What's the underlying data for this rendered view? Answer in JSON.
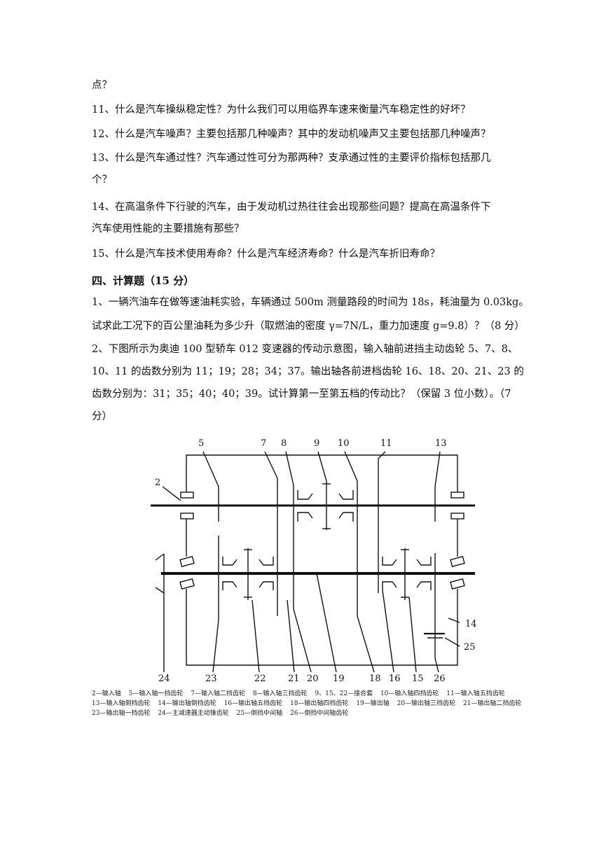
{
  "questions": [
    {
      "id": "q10_tail",
      "lines": [
        "点？"
      ]
    },
    {
      "id": "q11",
      "lines": [
        "11、什么是汽车操纵稳定性？为什么我们可以用临界车速来衡量汽车稳定性的好坏？"
      ]
    },
    {
      "id": "q12",
      "lines": [
        "12、什么是汽车噪声？主要包括那几种噪声？其中的发动机噪声又主要包括那几种噪声？"
      ]
    },
    {
      "id": "q13",
      "lines": [
        "13、什么是汽车通过性？汽车通过性可分为那两种？支承通过性的主要评价指标包括那几",
        "个？"
      ]
    },
    {
      "id": "q14",
      "lines": [
        "14、在高温条件下行驶的汽车，由于发动机过热往往会出现那些问题？提高在高温条件下",
        "汽车使用性能的主要措施有那些？"
      ]
    },
    {
      "id": "q15",
      "lines": [
        "15、什么是汽车技术使用寿命？什么是汽车经济寿命？什么是汽车折旧寿命？"
      ]
    }
  ],
  "section4": {
    "title": "四、计算题（15 分）",
    "problems": [
      {
        "lines": [
          "1、一辆汽油车在做等速油耗实验，车辆通过 500m 测量路段的时间为 18s，耗油量为 0.03kg。",
          "试求此工况下的百公里油耗为多少升（取燃油的密度 γ=7N/L，重力加速度 g=9.8）？（8 分）"
        ]
      },
      {
        "lines": [
          "2、下图所示为奥迪 100 型轿车 012 变速器的传动示意图，输入轴前进挡主动齿轮 5、7、8、",
          "10、11 的齿数分别为 11；19；28；34；37。输出轴各前进档齿轮 16、18、20、21、23 的",
          "齿数分别为：31；35；40；40；39。试计算第一至第五档的传动比？（保留 3 位小数）。（7",
          "分）"
        ]
      }
    ]
  },
  "diagram": {
    "top_labels": [
      "5",
      "7",
      "8",
      "9",
      "10",
      "11",
      "13"
    ],
    "left_labels": [
      "2",
      "24"
    ],
    "right_labels": [
      "14",
      "25"
    ],
    "bottom_labels": [
      "24",
      "23",
      "22",
      "21",
      "20",
      "19",
      "18",
      "16",
      "15",
      "26"
    ]
  },
  "legend": [
    "2—输入轴",
    "5—输入轴一挡齿轮",
    "7—输入轴二挡齿轮",
    "8—输入轴三挡齿轮",
    "9、15、22—接合套",
    "10—输入轴四挡齿轮",
    "11—输入轴五挡齿轮",
    "13—输入轴倒挡齿轮",
    "14—输出轴倒挡齿轮",
    "16—输出轴五挡齿轮",
    "18—输出轴四挡齿轮",
    "19—输出轴",
    "20—输出轴三挡齿轮",
    "21—输出轴二挡齿轮",
    "23—输出轴一挡齿轮",
    "24—主减速器主动锥齿轮",
    "25—倒挡中间轴",
    "26—倒挡中间轴齿轮"
  ]
}
